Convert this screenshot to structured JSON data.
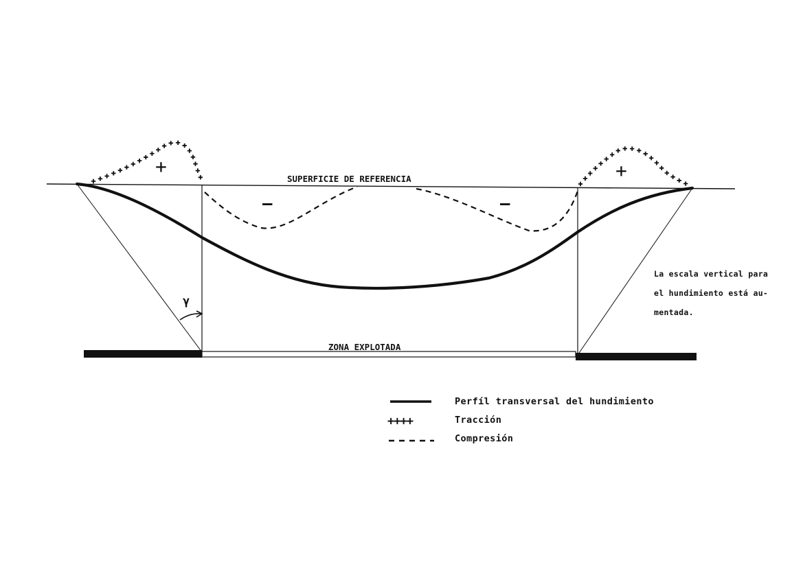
{
  "labels": {
    "reference_surface": "SUPERFICIE DE REFERENCIA",
    "exploited_zone": "ZONA EXPLOTADA",
    "angle": "γ",
    "plus": "+",
    "minus": "—"
  },
  "note": {
    "lines": [
      "La escala vertical para",
      "el hundimiento está au-",
      "mentada."
    ]
  },
  "legend": {
    "items": [
      {
        "symbol": "solid-line",
        "label": "Perfíl transversal del hundimiento"
      },
      {
        "symbol": "plus-marks",
        "label": "Tracción",
        "glyph": "++++"
      },
      {
        "symbol": "dashed-line",
        "label": "Compresión"
      }
    ]
  }
}
